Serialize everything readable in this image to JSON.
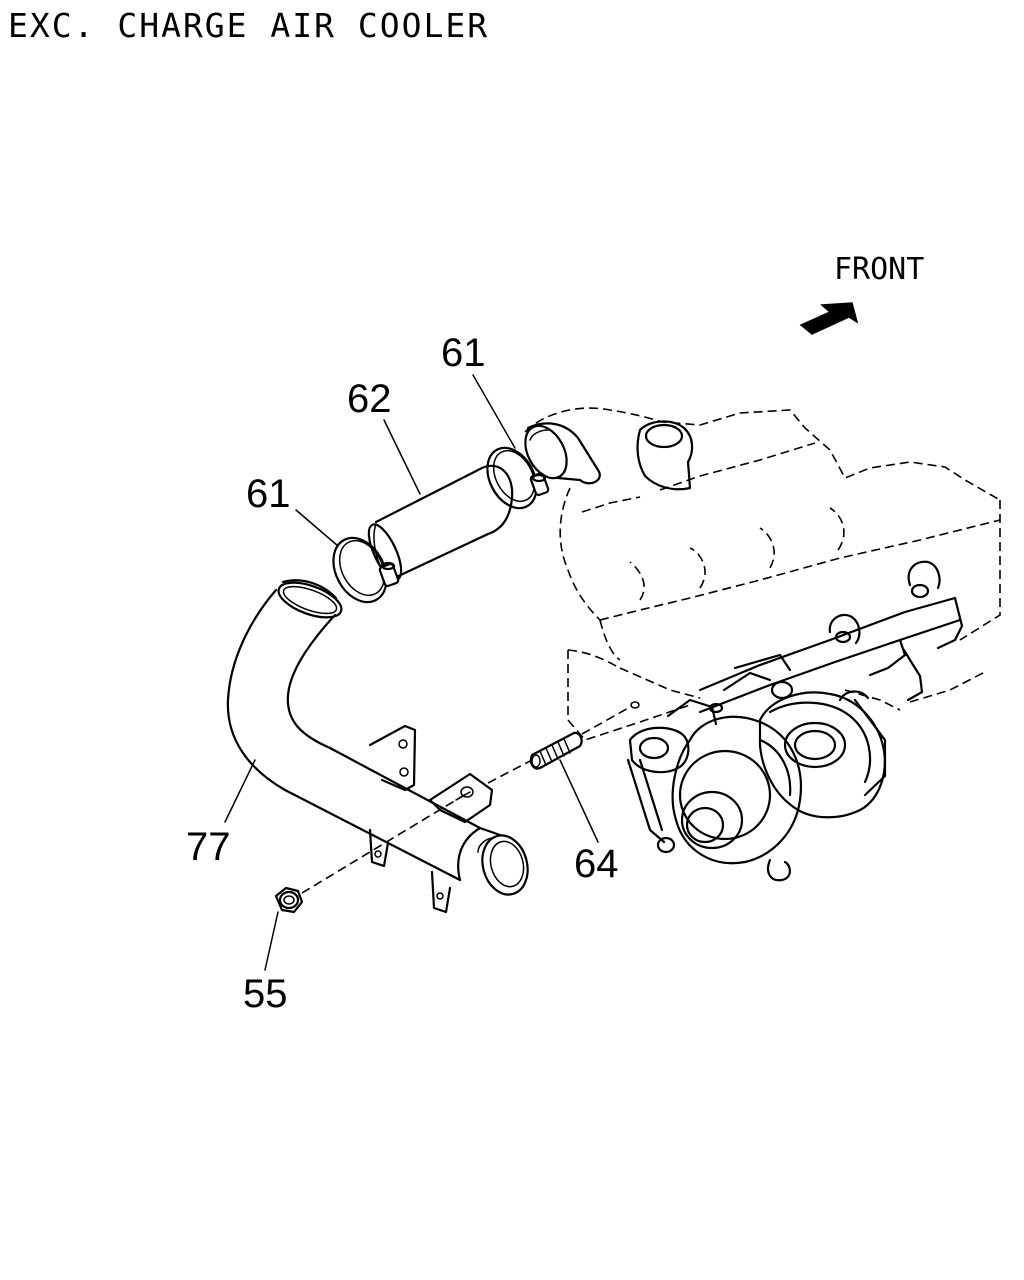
{
  "title": "EXC. CHARGE AIR COOLER",
  "orientation": {
    "label": "FRONT"
  },
  "callouts": [
    "61",
    "62",
    "61",
    "77",
    "64",
    "55"
  ]
}
